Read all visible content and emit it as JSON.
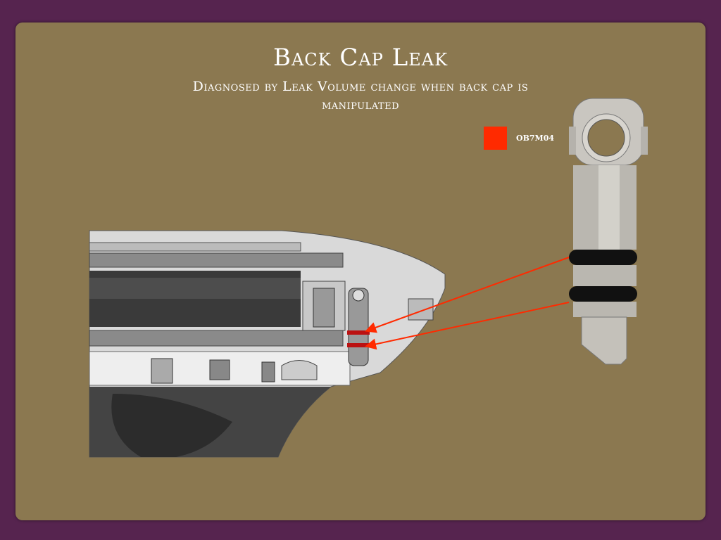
{
  "slide": {
    "title": "Back Cap Leak",
    "subtitle": "Diagnosed by Leak Volume change when back cap is manipulated"
  },
  "legend": {
    "label": "OB7M04",
    "color": "#ff2a00"
  },
  "colors": {
    "frame": "#56244f",
    "background": "#8b7850",
    "arrow": "#ff2a00"
  }
}
